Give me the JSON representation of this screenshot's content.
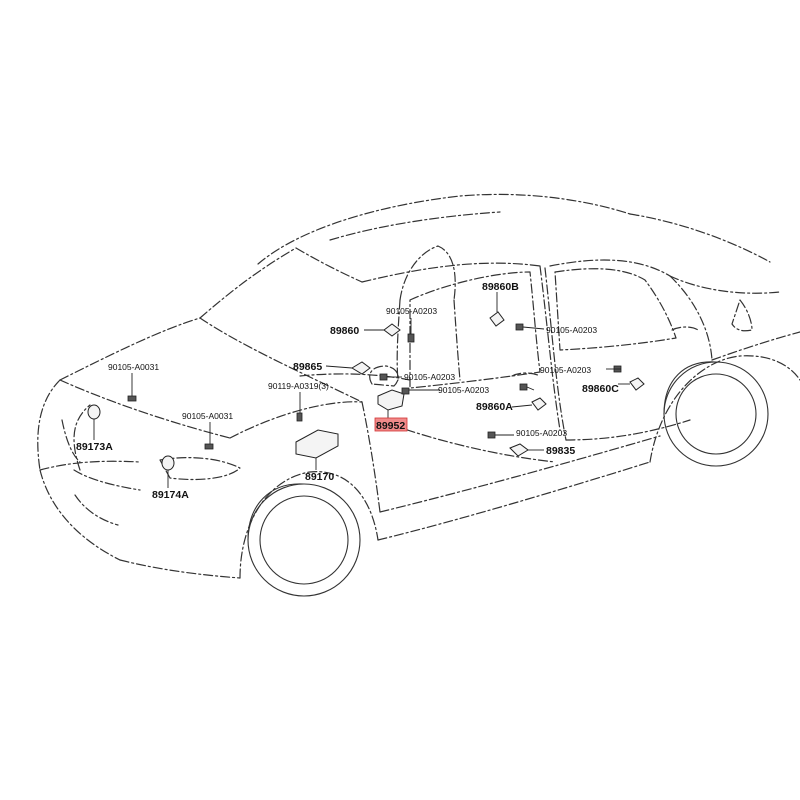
{
  "labels": {
    "p89173a": "89173A",
    "p89174a": "89174A",
    "p89170": "89170",
    "p89952": "89952",
    "p89860": "89860",
    "p89865": "89865",
    "p89860b": "89860B",
    "p89860a": "89860A",
    "p89860c": "89860C",
    "p89835": "89835",
    "bolt_front_1": "90105-A0031",
    "bolt_front_2": "90105-A0031",
    "bolt_ecu": "90119-A0319(3)",
    "bolt_pillar_1": "90105-A0203",
    "bolt_pillar_2": "90105-A0203",
    "bolt_pillar_3": "90105-A0203",
    "bolt_rear_1": "90105-A0203",
    "bolt_rear_2": "90105-A0203",
    "bolt_rear_3": "90105-A0203"
  },
  "colors": {
    "highlight": "#f08a8a",
    "highlight_border": "#d33333",
    "line": "#333333"
  }
}
